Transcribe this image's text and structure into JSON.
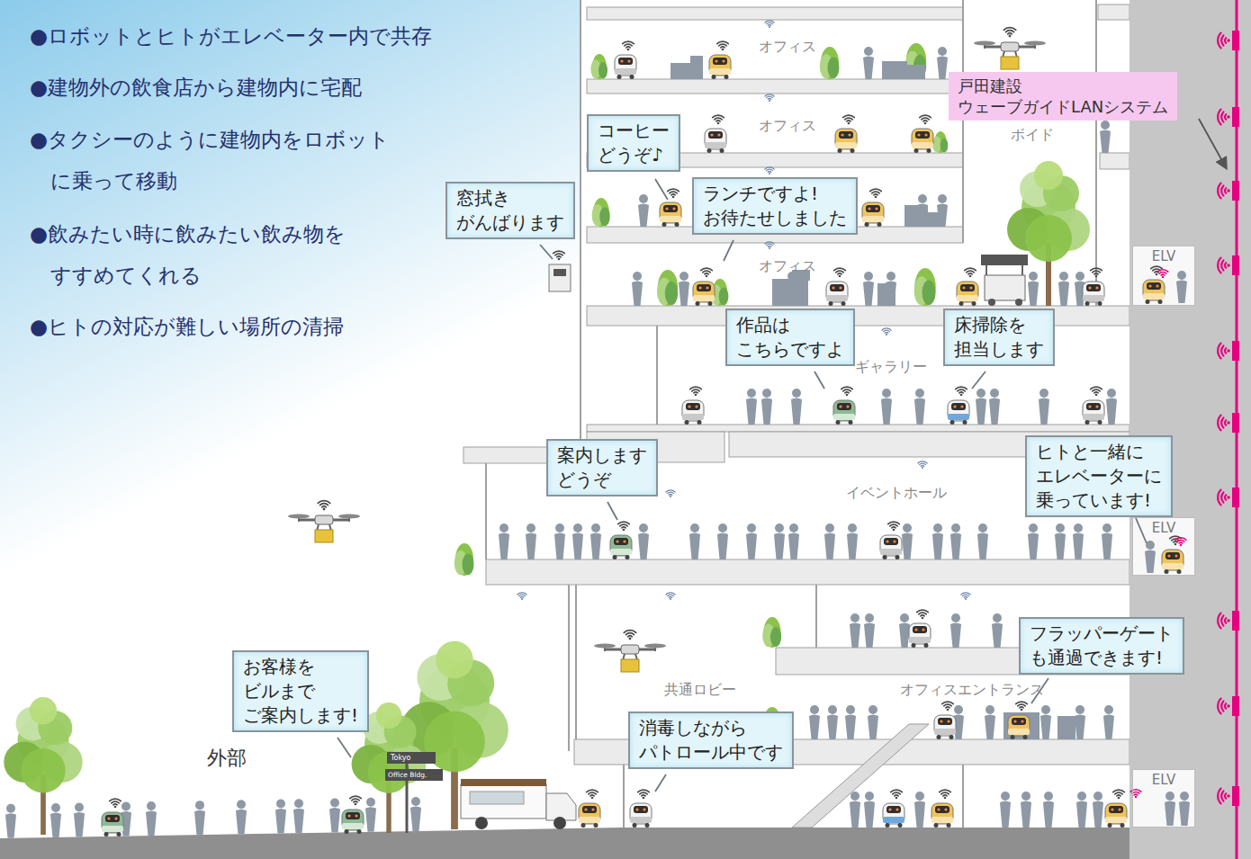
{
  "diagram": {
    "nodes": [
      {
        "text": [
          "戸田建設 ウェーブガイドLANシステム"
        ]
      },
      {
        "text": [
          "コーヒー どうぞ♪"
        ]
      },
      {
        "text": [
          "窓拭き がんばります"
        ]
      },
      {
        "text": [
          "ランチですよ! お待たせしました"
        ]
      },
      {
        "text": [
          "ELV"
        ]
      },
      {
        "text": [
          "作品は こちらですよ"
        ]
      },
      {
        "text": [
          "床掃除を 担当します"
        ]
      },
      {
        "text": [
          "案内します どうぞ"
        ]
      },
      {
        "text": [
          "ヒトと一緒に エレベーターに 乗っています!"
        ]
      },
      {
        "text": [
          "ELV"
        ]
      },
      {
        "text": [
          "フラッパーゲート も通過できます!"
        ]
      },
      {
        "text": [
          "お客様を ビルまで ご案内します!"
        ]
      },
      {
        "text": [
          "消毒しながら パトロール中です"
        ]
      },
      {
        "text": [
          "ELV"
        ]
      }
    ],
    "labels": [
      "●ロボットとヒトがエレベーター内で共存",
      "●建物外の飲食店から建物内に宅配",
      "●タクシーのように建物内をロボット に乗って移動",
      "●飲みたい時に飲みたい飲み物を すすめてくれる",
      "●ヒトの対応が難しい場所の清掃",
      "オフィス",
      "オフィス",
      "ボイド",
      "オフィス",
      "ギャラリー",
      "イベントホール",
      "共通ロビー",
      "オフィスエントランス",
      "外部",
      "Tokyo",
      "Office Bldg."
    ]
  }
}
